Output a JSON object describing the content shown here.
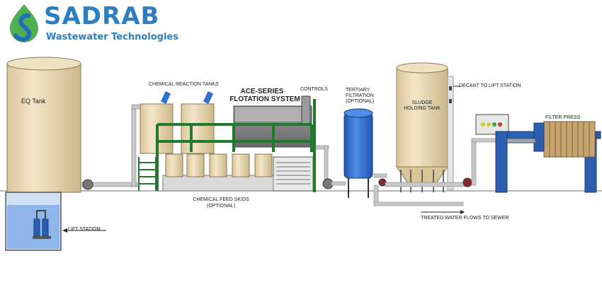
{
  "brand": {
    "name": "SADRAB",
    "tagline": "Wastewater Technologies"
  },
  "labels": {
    "eq_tank": "EQ Tank",
    "lift_station": "LIFT STATION",
    "chemical_reaction_tanks": "CHEMICAL REACTION TANKS",
    "flotation_line1": "ACE-SERIES",
    "flotation_line2": "FLOTATION SYSTEM",
    "controls": "CONTROLS",
    "tertiary_line1": "TERTIARY",
    "tertiary_line2": "FILTRATION",
    "tertiary_line3": "(OPTIONAL)",
    "sludge_line1": "SLUDGE",
    "sludge_line2": "HOLDING TANK",
    "decant": "DECANT TO LIFT STATION",
    "filter_press": "FILTER PRESS",
    "feed_skids_line1": "CHEMICAL FEED SKIDS",
    "feed_skids_line2": "(OPTIONAL)",
    "treated_water": "TREATED WATER FLOWS TO SEWER"
  },
  "colors": {
    "brand_blue": "#2b7fc1",
    "logo_green": "#4caf50",
    "tank_beige": "#ead9b4",
    "frame_green": "#1f7a2e",
    "vessel_blue": "#2f6fd0",
    "press_blue": "#2d5fb0",
    "pipe_gray": "#c8c8c8"
  }
}
